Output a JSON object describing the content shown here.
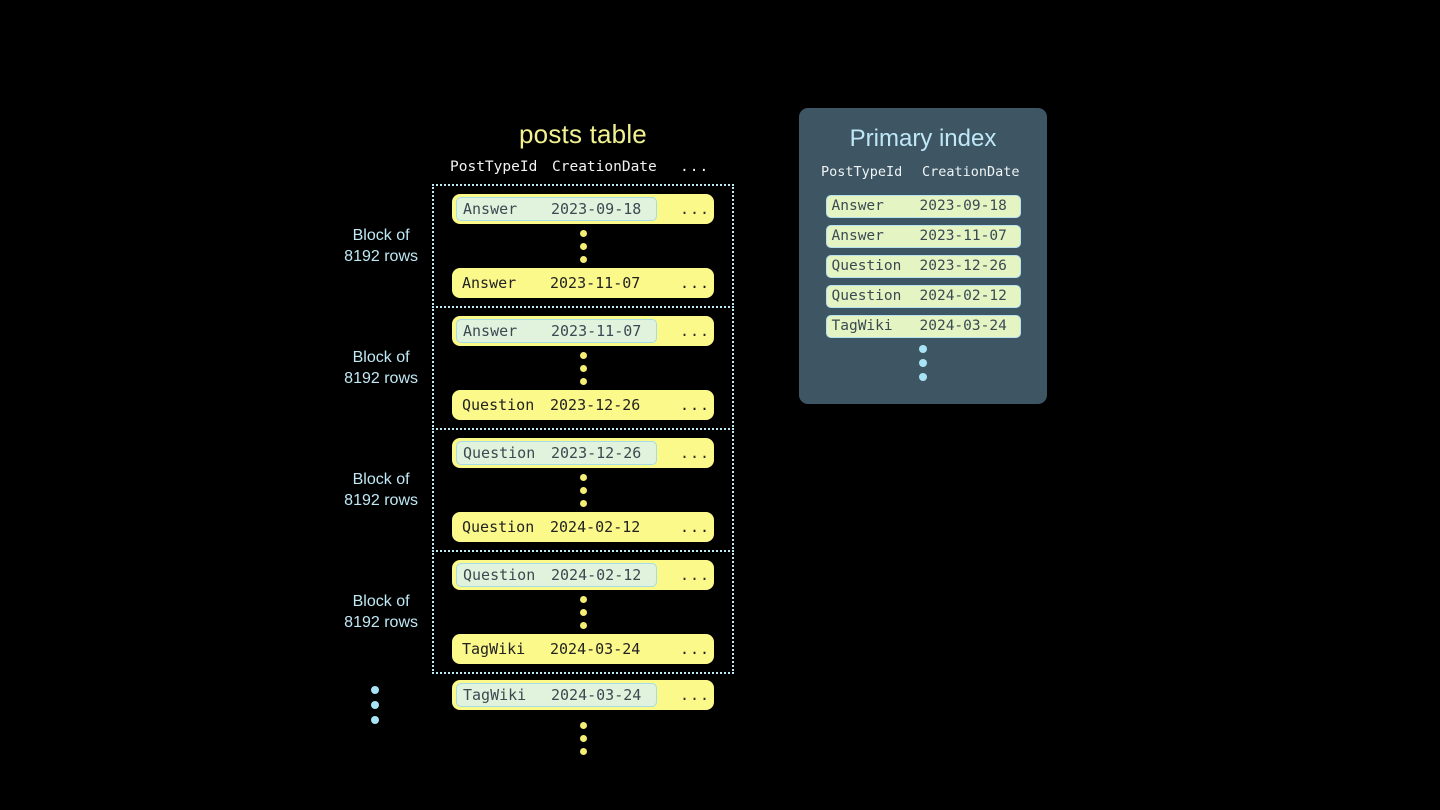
{
  "colors": {
    "background": "#000000",
    "row_yellow": "#fbf98a",
    "highlight_mint": "#e2f3dd",
    "highlight_border": "#a6dbe8",
    "block_border": "#bfe9f5",
    "label_blue": "#bfe9f5",
    "title_yellow": "#f2f291",
    "panel_slate": "#3e5663",
    "index_row_green": "#e4f4c3",
    "dot_yellow": "#f4ee74",
    "dot_blue": "#a8e4f5"
  },
  "posts_table": {
    "title": "posts table",
    "columns": [
      "PostTypeId",
      "CreationDate",
      "..."
    ],
    "row_ellipsis": "...",
    "block_label_line1": "Block of",
    "block_label_line2": "8192 rows",
    "blocks": [
      {
        "label_line1": "Block of",
        "label_line2": "8192 rows",
        "first_row": {
          "post_type": "Answer",
          "creation_date": "2023-09-18",
          "more": "...",
          "marked": true
        },
        "last_row": {
          "post_type": "Answer",
          "creation_date": "2023-11-07",
          "more": "...",
          "marked": false
        }
      },
      {
        "label_line1": "Block of",
        "label_line2": "8192 rows",
        "first_row": {
          "post_type": "Answer",
          "creation_date": "2023-11-07",
          "more": "...",
          "marked": true
        },
        "last_row": {
          "post_type": "Question",
          "creation_date": "2023-12-26",
          "more": "...",
          "marked": false
        }
      },
      {
        "label_line1": "Block of",
        "label_line2": "8192 rows",
        "first_row": {
          "post_type": "Question",
          "creation_date": "2023-12-26",
          "more": "...",
          "marked": true
        },
        "last_row": {
          "post_type": "Question",
          "creation_date": "2024-02-12",
          "more": "...",
          "marked": false
        }
      },
      {
        "label_line1": "Block of",
        "label_line2": "8192 rows",
        "first_row": {
          "post_type": "Question",
          "creation_date": "2024-02-12",
          "more": "...",
          "marked": true
        },
        "last_row": {
          "post_type": "TagWiki",
          "creation_date": "2024-03-24",
          "more": "...",
          "marked": false
        }
      }
    ],
    "trailing_row": {
      "post_type": "TagWiki",
      "creation_date": "2024-03-24",
      "more": "...",
      "marked": true
    }
  },
  "primary_index": {
    "title": "Primary index",
    "columns": [
      "PostTypeId",
      "CreationDate"
    ],
    "rows": [
      {
        "post_type": "Answer",
        "creation_date": "2023-09-18"
      },
      {
        "post_type": "Answer",
        "creation_date": "2023-11-07"
      },
      {
        "post_type": "Question",
        "creation_date": "2023-12-26"
      },
      {
        "post_type": "Question",
        "creation_date": "2024-02-12"
      },
      {
        "post_type": "TagWiki",
        "creation_date": "2024-03-24"
      }
    ]
  }
}
